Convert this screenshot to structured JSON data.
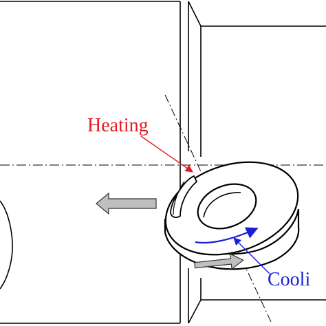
{
  "labels": {
    "heating": "Heating",
    "cooling": "Cooli"
  },
  "colors": {
    "heating": "#e11b22",
    "cooling": "#1a1fd6",
    "outline": "#000000",
    "arrow_fill": "#bfbfbf",
    "background": "#ffffff"
  },
  "elements": {
    "workpiece": "cylindrical-workpiece",
    "tool": "rotary-round-insert",
    "feed_arrow": "feed-direction-arrow",
    "rotation_arrow": "insert-rotation-arrow"
  }
}
